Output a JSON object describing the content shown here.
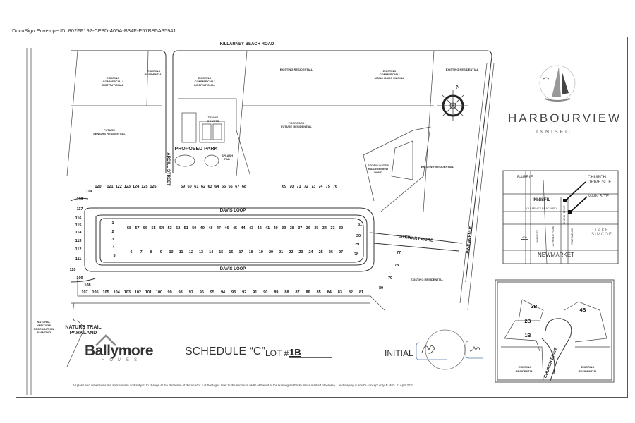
{
  "envelope_id": "DocuSign Envelope ID: 802FF192-CE8D-405A-B34F-E57BB5A35941",
  "roads": {
    "killarney": "KILLARNEY BEACH ROAD",
    "ardill": "ARDILL STREET",
    "davis_north": "DAVIS LOOP",
    "davis_south": "DAVIS LOOP",
    "stewart": "STEWART ROAD",
    "pine": "PINE AVENUE",
    "church": "CHURCH DRIVE"
  },
  "areas": {
    "a1": [
      "EXISTING",
      "COMMERCIAL/",
      "INSTITUTIONAL"
    ],
    "a2": [
      "EXISTING",
      "RESIDENTIAL"
    ],
    "a3": [
      "EXISTING",
      "COMMERCIAL/",
      "INSTITUTIONAL"
    ],
    "a4": "EXISTING RESIDENTIAL",
    "a5": [
      "EXISTING",
      "COMMERCIAL/",
      "MONO ROKO MARINA"
    ],
    "a6": "EXISTING RESIDENTIAL",
    "a7": [
      "FUTURE",
      "SENIORS RESIDENTIAL"
    ],
    "a8": [
      "PROPOSED",
      "FUTURE RESIDENTIAL"
    ],
    "a9": [
      "STORM WATER",
      "MANAGEMENT",
      "POND"
    ],
    "a10": "EXISTING RESIDENTIAL",
    "a11": "EXISTING RESIDENTIAL",
    "tennis": [
      "TENNIS",
      "COURTS"
    ],
    "park": "PROPOSED PARK",
    "splash": [
      "SPLASH",
      "PAD"
    ],
    "trail": [
      "NATURE TRAIL",
      "PARKLAND"
    ],
    "heritage": [
      "NATURAL",
      "HERITAGE",
      "RESTORATION",
      "PLANTING"
    ]
  },
  "compass_label": "N",
  "lots": {
    "north_outer_a": [
      "59",
      "60",
      "61",
      "62",
      "63",
      "64",
      "65",
      "66",
      "67",
      "68"
    ],
    "north_outer_b": [
      "69",
      "70",
      "71",
      "72",
      "73",
      "74",
      "75",
      "76"
    ],
    "north_outer_left": [
      "121",
      "122",
      "123",
      "124",
      "125",
      "126"
    ],
    "fan": [
      "120",
      "119",
      "118",
      "117",
      "116",
      "115",
      "114",
      "113",
      "112",
      "111",
      "110",
      "109",
      "108"
    ],
    "inner_north": [
      "58",
      "57",
      "56",
      "55",
      "54",
      "53",
      "52",
      "51",
      "50",
      "49",
      "48",
      "47",
      "46",
      "45",
      "44",
      "43",
      "42",
      "41",
      "40",
      "39",
      "38",
      "37",
      "36",
      "35",
      "34",
      "33",
      "32"
    ],
    "inner_south": [
      "6",
      "7",
      "8",
      "9",
      "10",
      "11",
      "12",
      "13",
      "14",
      "15",
      "16",
      "17",
      "18",
      "19",
      "20",
      "21",
      "22",
      "23",
      "24",
      "25",
      "26",
      "27"
    ],
    "inner_west": [
      "1",
      "2",
      "3",
      "4",
      "5"
    ],
    "inner_east": [
      "31",
      "30",
      "29",
      "28"
    ],
    "south": [
      "107",
      "106",
      "105",
      "104",
      "103",
      "102",
      "101",
      "100",
      "99",
      "98",
      "97",
      "96",
      "95",
      "94",
      "93",
      "92",
      "91",
      "90",
      "89",
      "88",
      "87",
      "86",
      "85",
      "84",
      "83",
      "82",
      "81"
    ],
    "east": [
      "77",
      "78",
      "79",
      "80"
    ]
  },
  "branding": {
    "title": "HARBOURVIEW",
    "subtitle": "INNISFIL"
  },
  "key_map": {
    "barrie": "BARRIE",
    "innisfil": "INNISFIL",
    "killarney": "KILLARNEY BEACH RD",
    "church_site": "CHURCH DRIVE SITE",
    "main_site": "MAIN SITE",
    "lake": "LAKE SIMCOE",
    "newmarket": "NEWMARKET",
    "yonge": "YONGE ST",
    "side_road": "20TH SIDE ROAD",
    "church_dr": "CHURCH DRIVE",
    "pine": "PINE AVENUE",
    "hwy": "400"
  },
  "inset": {
    "lots": [
      "1B",
      "2B",
      "3B",
      "4B"
    ],
    "left_res": [
      "EXISTING",
      "RESIDENTIAL"
    ],
    "right_res": [
      "EXISTING",
      "RESIDENTIAL"
    ],
    "road": "CHURCH DRIVE"
  },
  "footer": {
    "builder": "Ballymore",
    "builder_sub": "HOMES",
    "schedule": "SCHEDULE “C”",
    "lot_label": "LOT #",
    "lot_value": "1B",
    "initial_label": "INITIAL",
    "disclaimer": "All plans and dimensions are approximate and subject to change at the discretion of the Vendor. Lot frontages refer to the minimum width of the lot at the building set back unless marked otherwise. Landscaping is artist's concept only. E. & O. E. April 2021"
  }
}
